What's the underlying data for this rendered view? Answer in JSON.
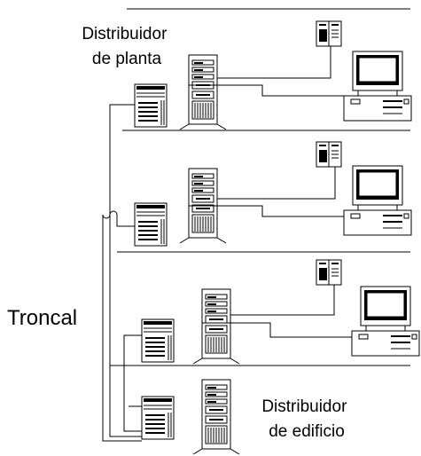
{
  "labels": {
    "floor_distributor": [
      "Distribuidor",
      "de planta"
    ],
    "trunk": "Troncal",
    "building_distributor": [
      "Distribuidor",
      "de edificio"
    ]
  },
  "floors": [
    {
      "name": "floor-3",
      "devices": [
        "server-tower",
        "patch-cabinet",
        "hub",
        "desktop-computer"
      ]
    },
    {
      "name": "floor-2",
      "devices": [
        "server-tower",
        "patch-cabinet",
        "hub",
        "desktop-computer"
      ]
    },
    {
      "name": "floor-1",
      "devices": [
        "server-tower",
        "patch-cabinet",
        "hub",
        "desktop-computer"
      ]
    },
    {
      "name": "ground-floor",
      "devices": [
        "server-tower",
        "patch-cabinet"
      ]
    }
  ]
}
